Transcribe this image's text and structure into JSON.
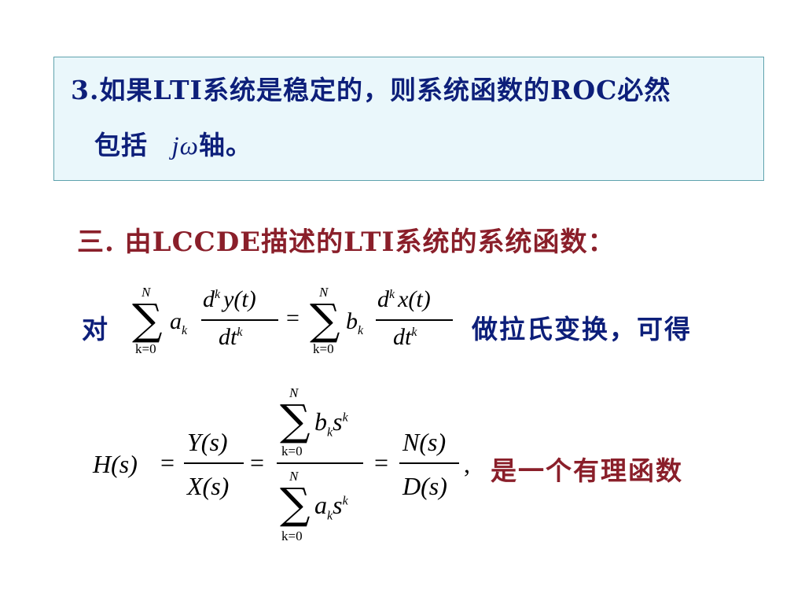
{
  "box": {
    "line1": "3.如果LTI系统是稳定的，则系统函数的ROC必然",
    "line2_prefix": "包括",
    "line2_symbol": "jω",
    "line2_suffix": "轴。"
  },
  "section": {
    "heading": "三. 由LCCDE描述的LTI系统的系统函数："
  },
  "equation1": {
    "lead": "对",
    "trail": "做拉氏变换，可得",
    "sum_upper": "N",
    "sum_lower": "k=0",
    "lhs_coef": "a",
    "lhs_coef_sub": "k",
    "lhs_num": "d",
    "lhs_num_sup": "k",
    "lhs_num_fn": "y(t)",
    "lhs_den": "dt",
    "lhs_den_sup": "k",
    "equals": "=",
    "rhs_coef": "b",
    "rhs_coef_sub": "k",
    "rhs_num": "d",
    "rhs_num_sup": "k",
    "rhs_num_fn": "x(t)",
    "rhs_den": "dt",
    "rhs_den_sup": "k"
  },
  "equation2": {
    "H": "H(s)",
    "equals": "=",
    "Y": "Y(s)",
    "X": "X(s)",
    "num_coef": "b",
    "num_coef_sub": "k",
    "num_var": "s",
    "num_var_sup": "k",
    "den_coef": "a",
    "den_coef_sub": "k",
    "den_var": "s",
    "den_var_sup": "k",
    "sum_upper": "N",
    "sum_lower": "k=0",
    "N": "N(s)",
    "D": "D(s)",
    "comma": ",",
    "note": "是一个有理函数"
  },
  "colors": {
    "box_bg": "#eaf7fb",
    "box_border": "#5fa2ad",
    "blue_text": "#0d1f7a",
    "red_text": "#8a1f2a"
  }
}
